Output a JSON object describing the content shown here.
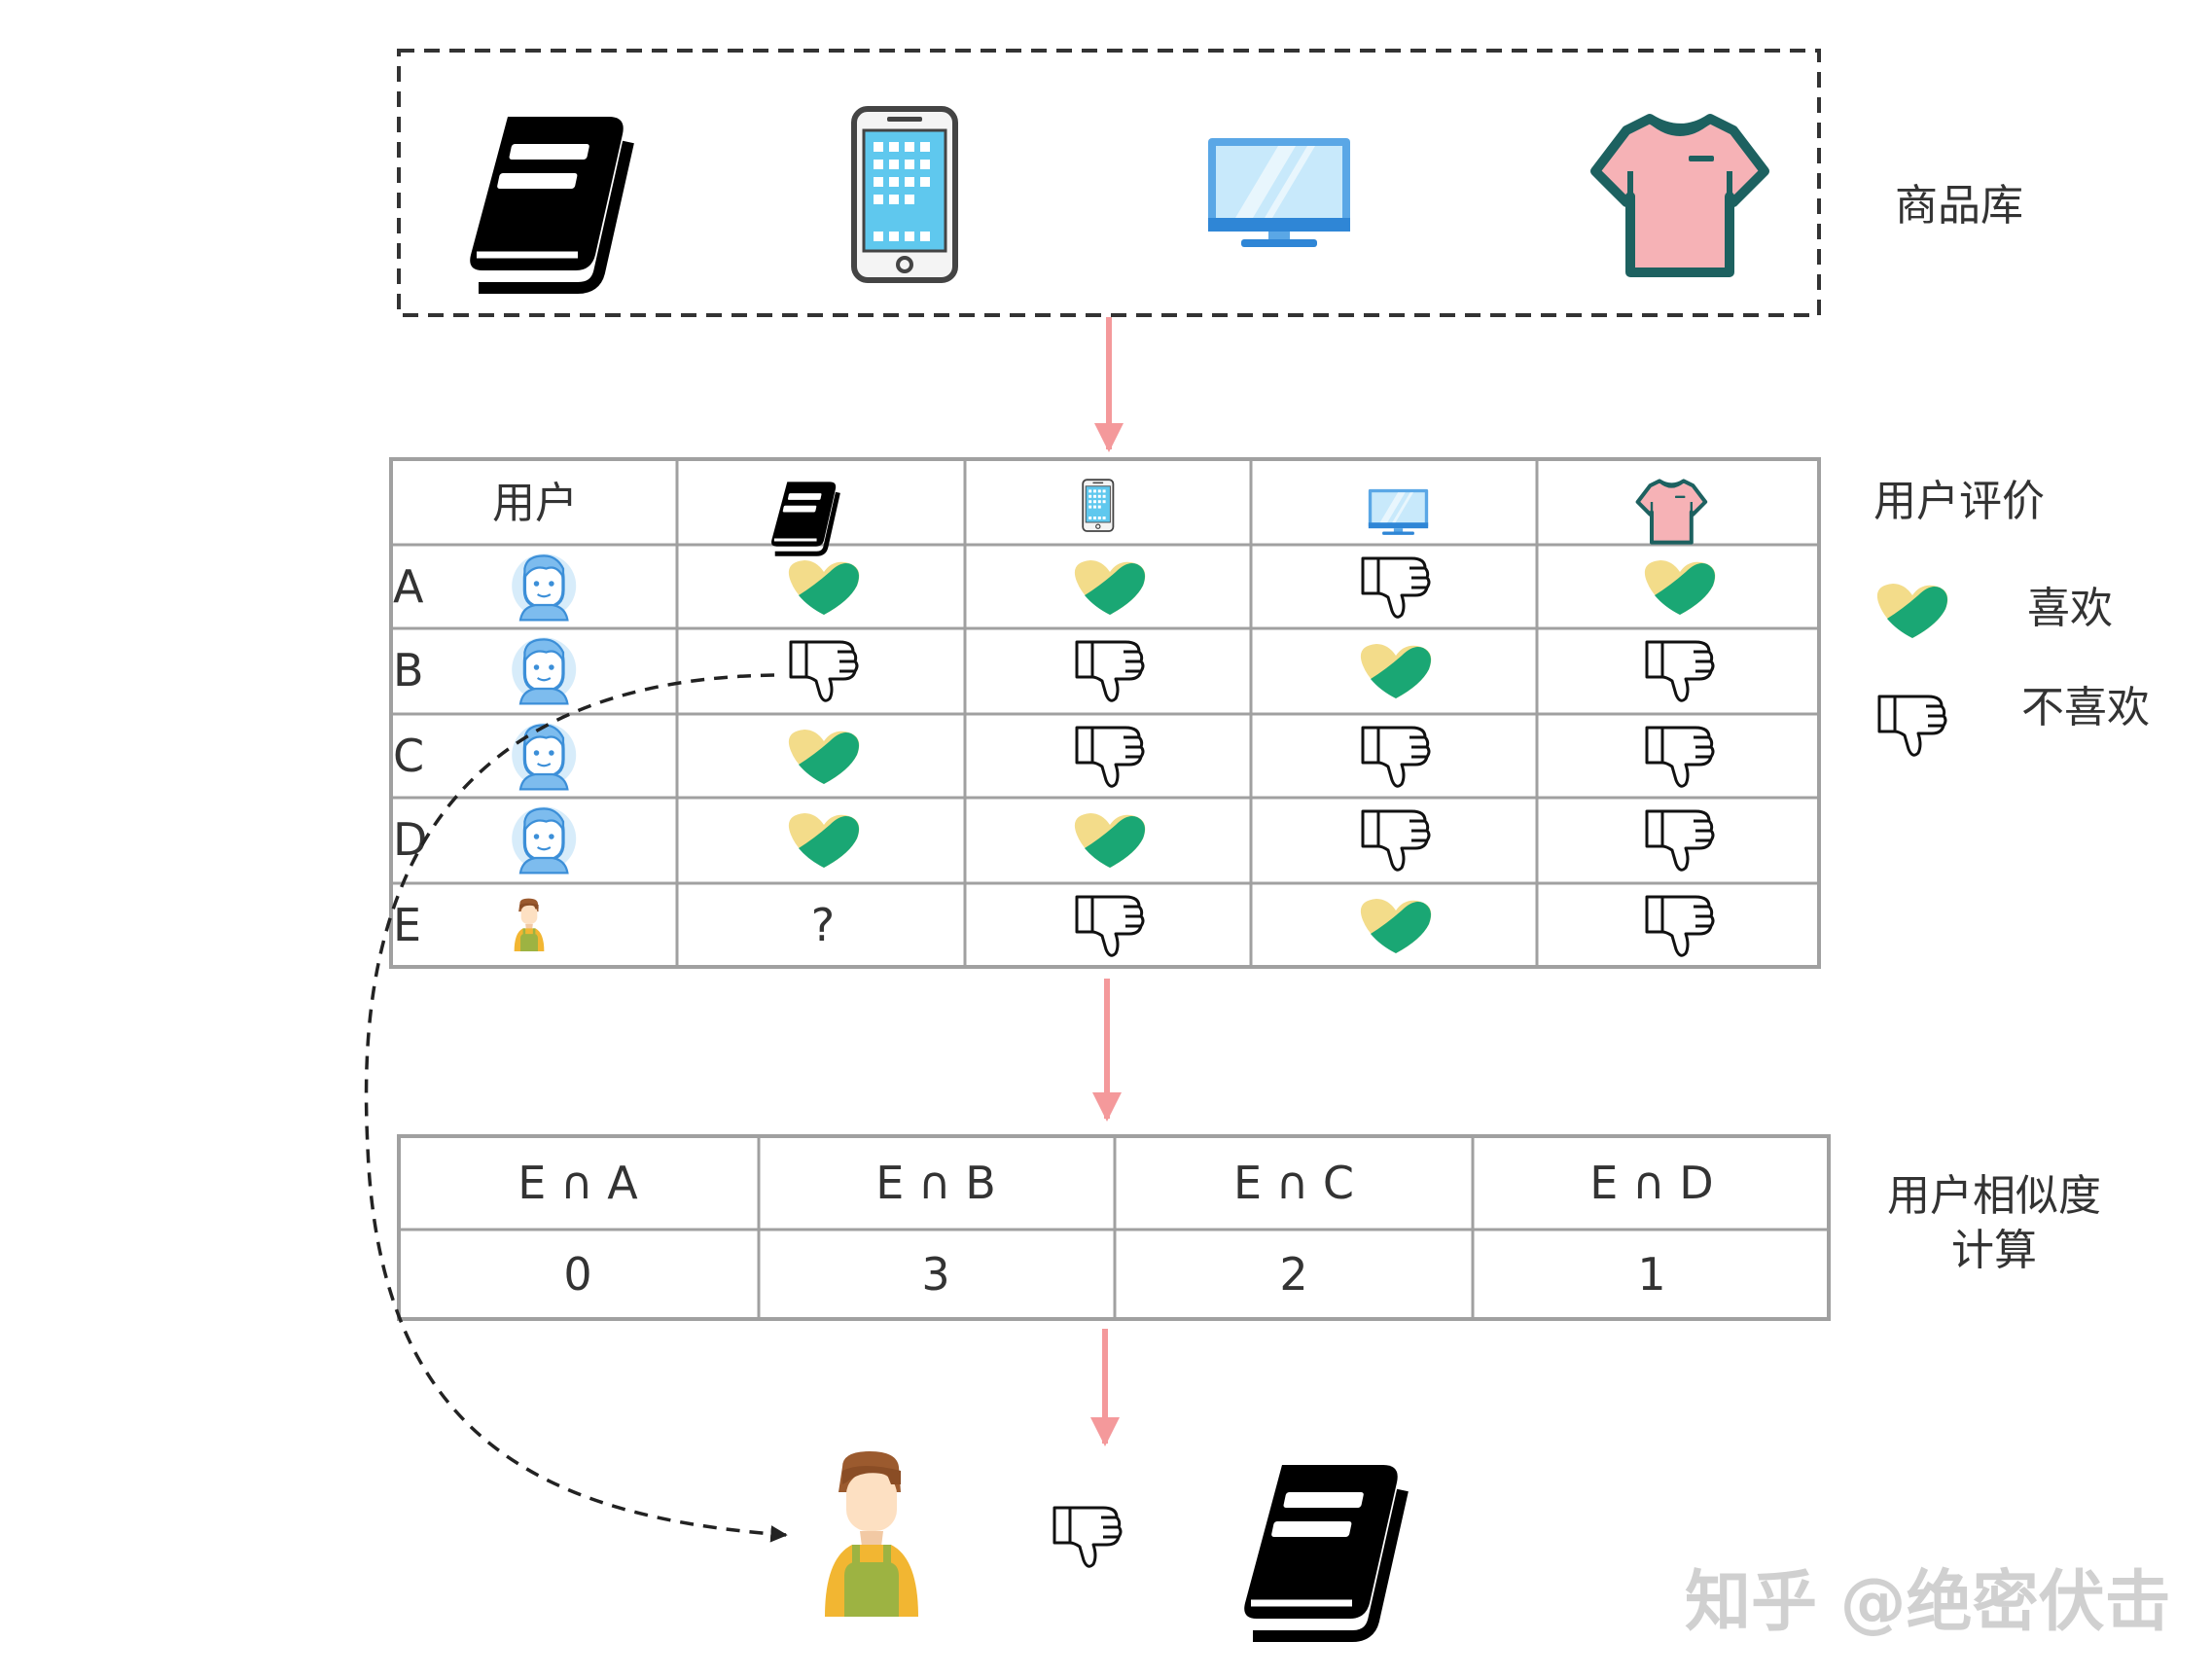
{
  "catalog": {
    "label": "商品库"
  },
  "ratings": {
    "label": "用户评价",
    "user_header": "用户",
    "legend": {
      "like": "喜欢",
      "dislike": "不喜欢"
    },
    "rows": [
      {
        "user": "A",
        "cells": [
          "like",
          "like",
          "dislike",
          "like"
        ]
      },
      {
        "user": "B",
        "cells": [
          "dislike",
          "dislike",
          "like",
          "dislike"
        ]
      },
      {
        "user": "C",
        "cells": [
          "like",
          "dislike",
          "dislike",
          "dislike"
        ]
      },
      {
        "user": "D",
        "cells": [
          "like",
          "like",
          "dislike",
          "dislike"
        ]
      },
      {
        "user": "E",
        "cells": [
          "?",
          "dislike",
          "like",
          "dislike"
        ]
      }
    ],
    "unknown_mark": "?"
  },
  "similarity": {
    "label_line1": "用户相似度",
    "label_line2": "计算",
    "headers": [
      "E ∩ A",
      "E ∩ B",
      "E ∩ C",
      "E ∩ D"
    ],
    "values": [
      "0",
      "3",
      "2",
      "1"
    ]
  },
  "watermark": "知乎 @绝密伏击",
  "colors": {
    "arrow": "#f4999b",
    "like_green": "#1aa774",
    "like_yellow": "#f3dc8a",
    "grid": "#a0a0a0"
  }
}
